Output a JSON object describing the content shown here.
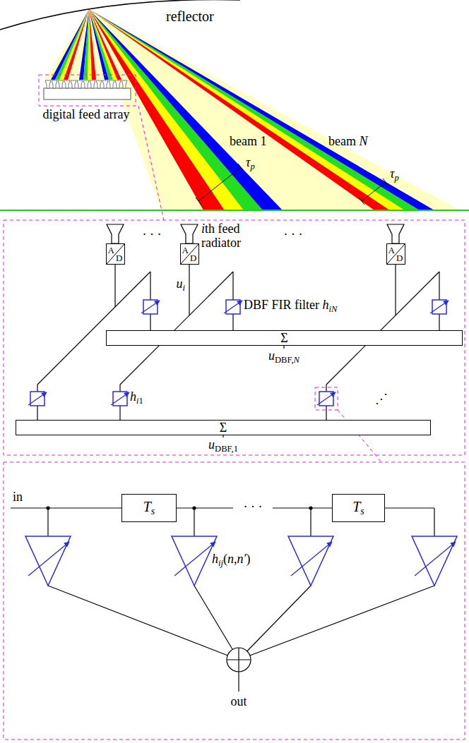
{
  "diagram": {
    "nodes": [
      {
        "text": [
          "A",
          "D"
        ]
      },
      {
        "text": [
          "A",
          "D"
        ]
      },
      {
        "text": [
          "A",
          "D"
        ]
      },
      {
        "text": [
          "Σ"
        ]
      },
      {
        "text": [
          "Σ"
        ]
      },
      {
        "text": [
          "Ts"
        ]
      },
      {
        "text": [
          "Ts"
        ]
      }
    ],
    "labels": [
      "reflector",
      "digital feed array",
      "beam 1",
      "beam N",
      "τp",
      "τp",
      "· · ·",
      "· · ·",
      "ith feed radiator",
      "ui",
      "DBF FIR filter hiN",
      "hi1",
      "uDBF,N",
      "uDBF,1",
      "⋰",
      "in",
      "· · ·",
      "hij(n,n′)",
      "out"
    ]
  }
}
